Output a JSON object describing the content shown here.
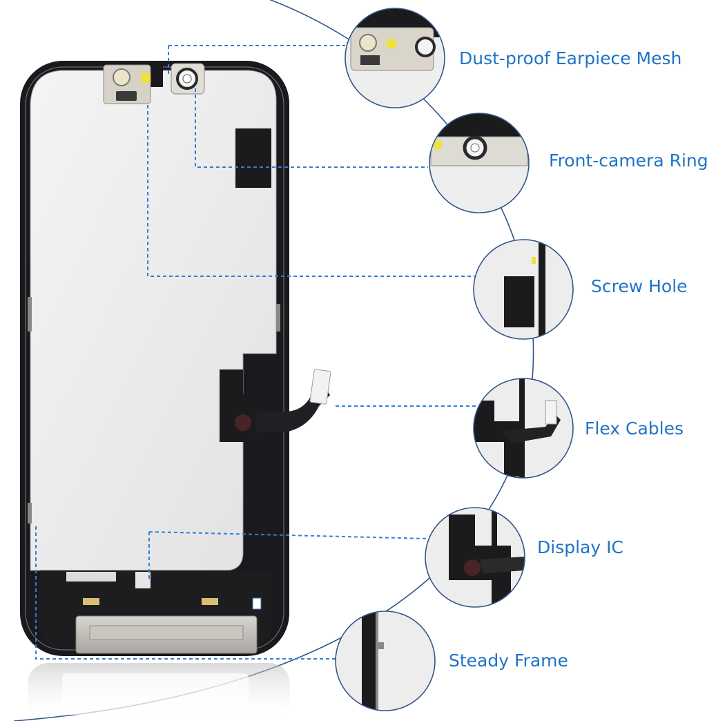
{
  "labels": {
    "earpiece": "Dust-proof Earpiece Mesh",
    "camera": "Front-camera Ring",
    "screw": "Screw Hole",
    "flex": "Flex Cables",
    "ic": "Display IC",
    "frame": "Steady Frame"
  },
  "colors": {
    "accent": "#1f73c7",
    "frame": "#1a1a1e",
    "panel": "#e9e9e9",
    "ring": "#33558a"
  }
}
